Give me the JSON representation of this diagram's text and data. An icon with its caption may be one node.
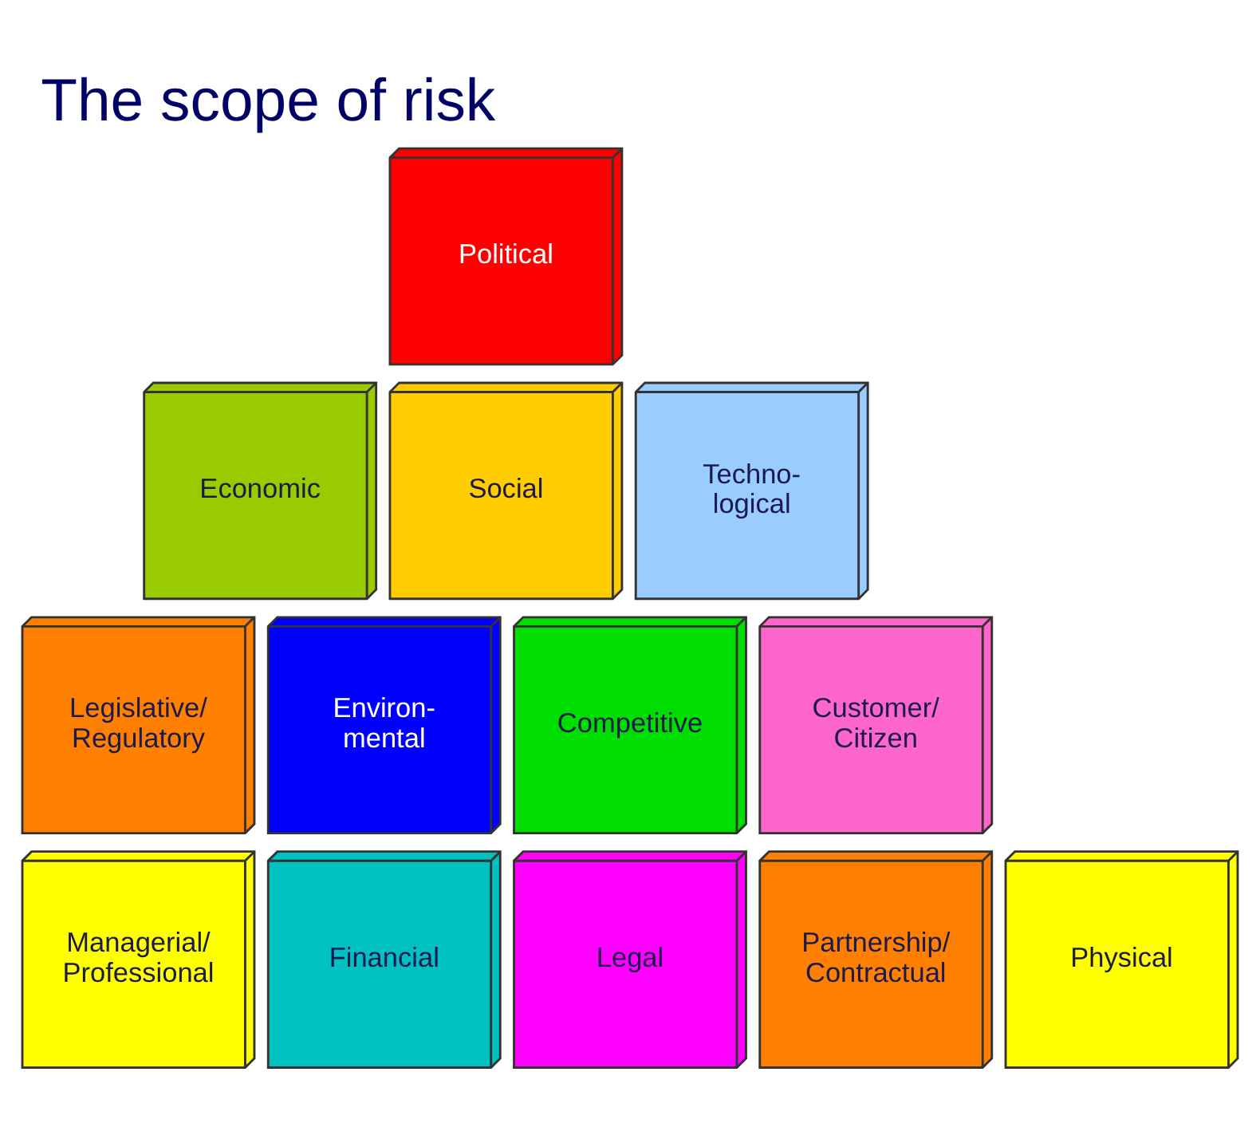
{
  "diagram": {
    "title": "The scope of risk",
    "nodes": [
      {
        "text": [
          "Political"
        ]
      },
      {
        "text": [
          "Economic"
        ]
      },
      {
        "text": [
          "Social"
        ]
      },
      {
        "text": [
          "Techno- logical"
        ]
      },
      {
        "text": [
          "Legislative/ Regulatory"
        ]
      },
      {
        "text": [
          "Environ- mental"
        ]
      },
      {
        "text": [
          "Competitive"
        ]
      },
      {
        "text": [
          "Customer/ Citizen"
        ]
      },
      {
        "text": [
          "Managerial/ Professional"
        ]
      },
      {
        "text": [
          "Financial"
        ]
      },
      {
        "text": [
          "Legal"
        ]
      },
      {
        "text": [
          "Partnership/ Contractual"
        ]
      },
      {
        "text": [
          "Physical"
        ]
      }
    ],
    "edges": []
  }
}
